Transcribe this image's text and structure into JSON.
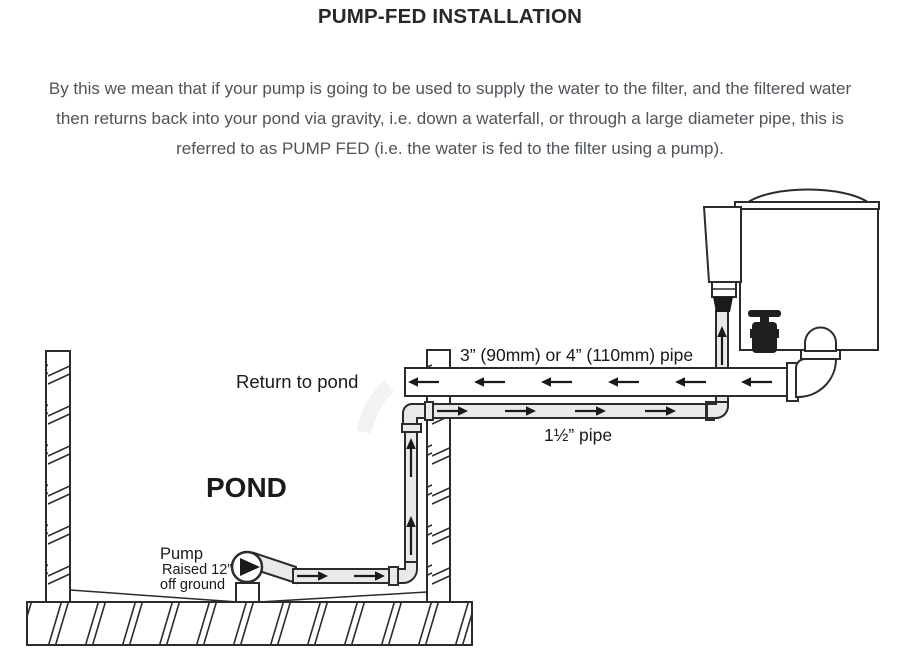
{
  "header": {
    "title": "PUMP-FED INSTALLATION"
  },
  "intro": {
    "lines": [
      "By this we mean that if your pump is going to be used to supply the water to the filter, and the filtered water",
      "then returns back into your pond via gravity, i.e. down a waterfall, or through a large diameter pipe, this is",
      "referred to as PUMP FED (i.e. the water is fed to the filter using a pump)."
    ]
  },
  "diagram": {
    "labels": {
      "return_to_pond": "Return to pond",
      "pond": "POND",
      "pump": "Pump",
      "pump_raised": "Raised 12”",
      "pump_off_ground": "off ground",
      "large_pipe": "3” (90mm) or 4” (110mm) pipe",
      "small_pipe": "1½” pipe"
    },
    "flow": {
      "large_pipe_direction": "left (return to pond by gravity)",
      "small_pipe_direction": "right and up (pump feed to filter)"
    },
    "colors": {
      "line": "#2b2b2b",
      "pipe_fill": "#e9e9e9",
      "solid_black": "#1a1a1a",
      "intro_text": "#4f5459",
      "watermark": "#f2f2f2"
    }
  }
}
